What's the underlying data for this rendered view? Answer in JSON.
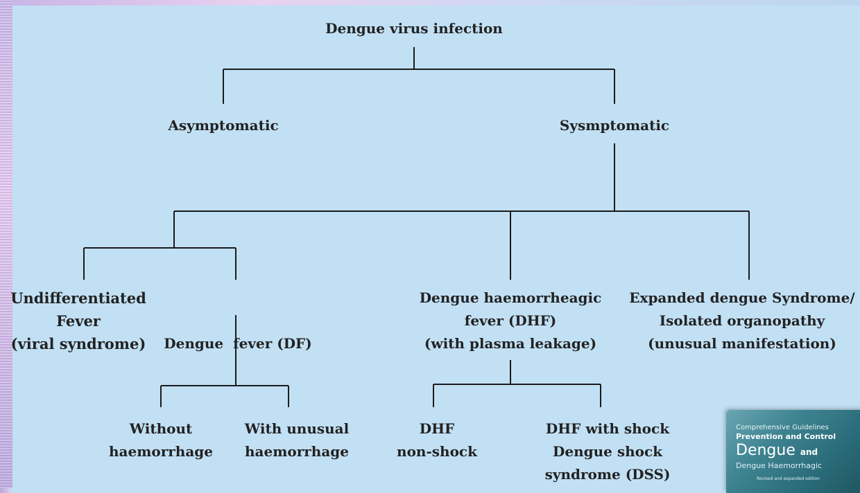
{
  "diagram": {
    "root": "Dengue virus infection",
    "asymptomatic": "Asymptomatic",
    "symptomatic": "Sysmptomatic",
    "undifferentiated": [
      "Undifferentiated",
      "Fever",
      "(viral syndrome)"
    ],
    "dengue_fever": "Dengue  fever (DF)",
    "dhf": [
      "Dengue haemorrheagic",
      "fever (DHF)",
      "(with plasma leakage)"
    ],
    "expanded": [
      "Expanded dengue Syndrome/",
      "Isolated organopathy",
      "(unusual manifestation)"
    ],
    "without_haemorrhage": [
      "Without",
      "haemorrhage"
    ],
    "with_unusual": [
      "With unusual",
      "haemorrhage"
    ],
    "dhf_nonshock": [
      "DHF",
      "non-shock"
    ],
    "dhf_shock": [
      "DHF with shock",
      "Dengue shock",
      "syndrome (DSS)"
    ]
  },
  "book_cover": {
    "line1": "Comprehensive Guidelines",
    "line2": "Prevention and Control",
    "title": "Dengue",
    "title_and": "and",
    "line4": "Dengue Haemorrhagic",
    "edition": "Revised and expanded edition"
  }
}
